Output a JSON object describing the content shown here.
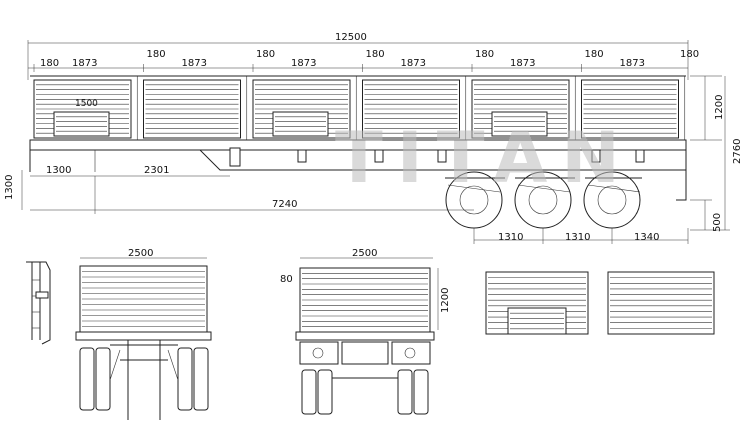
{
  "watermark": "TITAN",
  "side_view": {
    "overall_length": "12500",
    "gap_labels": [
      "180",
      "180",
      "180",
      "180",
      "180",
      "180"
    ],
    "panel_labels": [
      "1873",
      "1873",
      "1873",
      "1873",
      "1873",
      "1873"
    ],
    "side_height": "1200",
    "total_height": "2760",
    "kingpin_offset": "1300",
    "neck_length": "2301",
    "axle_position": "7240",
    "ground_clearance": "1300",
    "wheel_bottom": "500",
    "axle_spacings": [
      "1310",
      "1310",
      "1340"
    ],
    "inner_label": "1500"
  },
  "front_view": {
    "width_label": "2500"
  },
  "rear_view": {
    "width_label": "2500",
    "top_label": "80",
    "height_label": "1200"
  }
}
